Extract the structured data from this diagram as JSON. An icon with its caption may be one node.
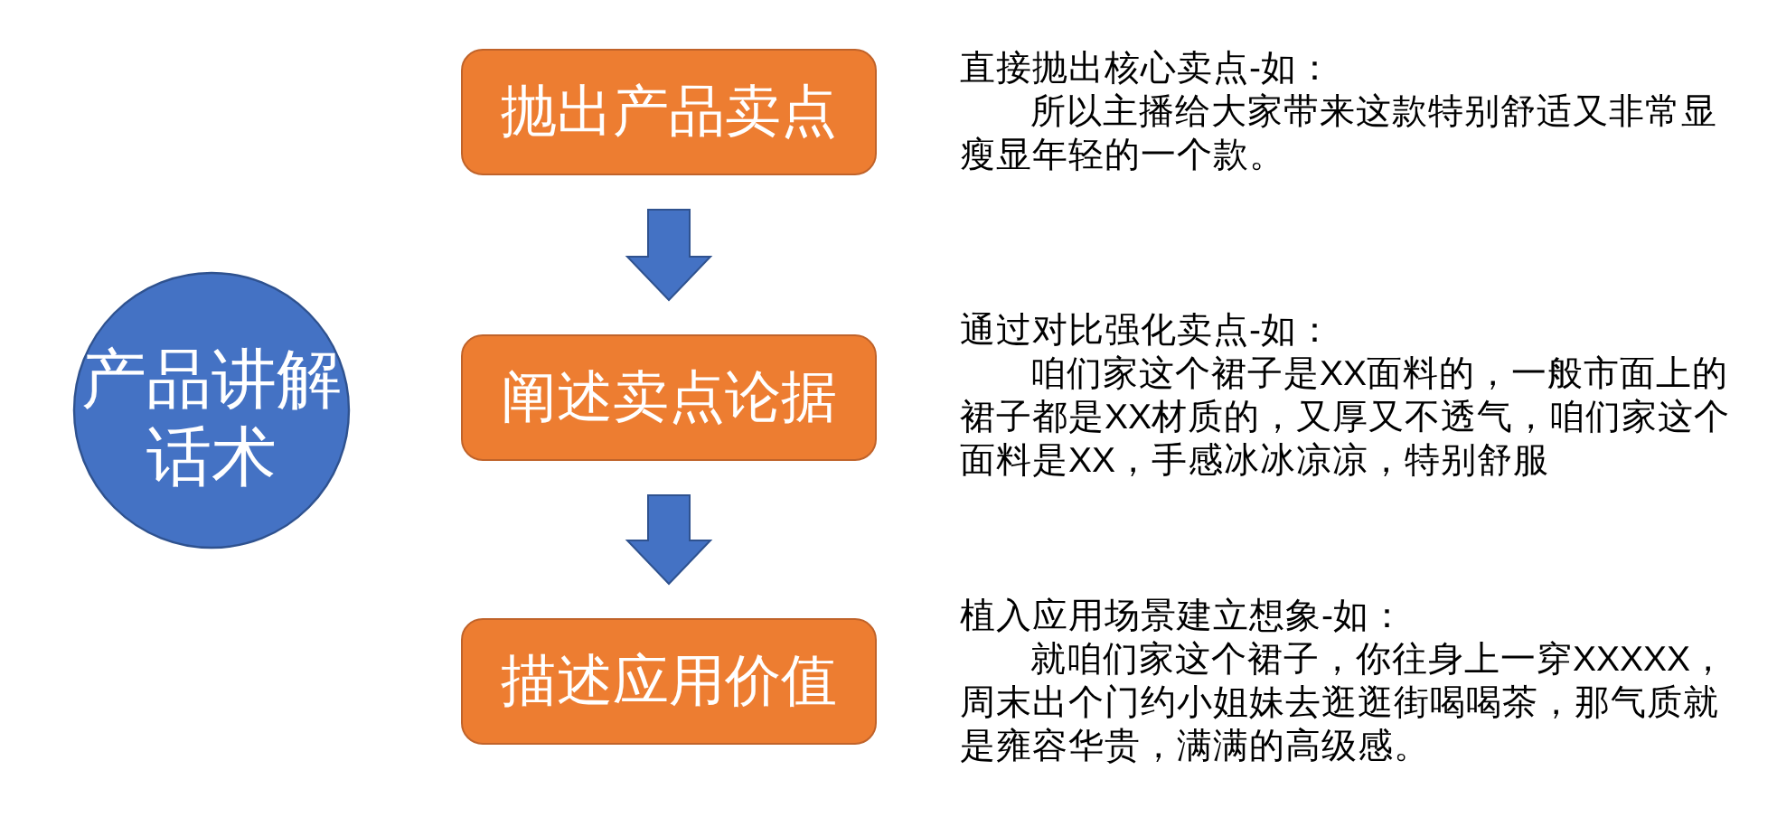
{
  "diagram": {
    "nodes": [
      {
        "text": [
          "产品讲解话术"
        ]
      },
      {
        "text": [
          "抛出产品卖点"
        ],
        "beside": [
          "直接抛出核心卖点-如：",
          "所以主播给大家带来这款特别舒适又非常显瘦显年轻的一个款。"
        ]
      },
      {
        "text": [
          "阐述卖点论据"
        ],
        "beside": [
          "通过对比强化卖点-如：",
          "咱们家这个裙子是XX面料的，一般市面上的裙子都是XX材质的，又厚又不透气，咱们家这个面料是XX，手感冰冰凉凉，特别舒服"
        ]
      },
      {
        "text": [
          "描述应用价值"
        ],
        "beside": [
          "植入应用场景建立想象-如：",
          "就咱们家这个裙子，你往身上一穿XXXXX，周末出个门约小姐妹去逛逛街喝喝茶，那气质就是雍容华贵，满满的高级感。"
        ]
      }
    ],
    "edges": [
      {
        "from": 1,
        "to": 2,
        "arrow": "to"
      },
      {
        "from": 2,
        "to": 3,
        "arrow": "to"
      }
    ]
  }
}
